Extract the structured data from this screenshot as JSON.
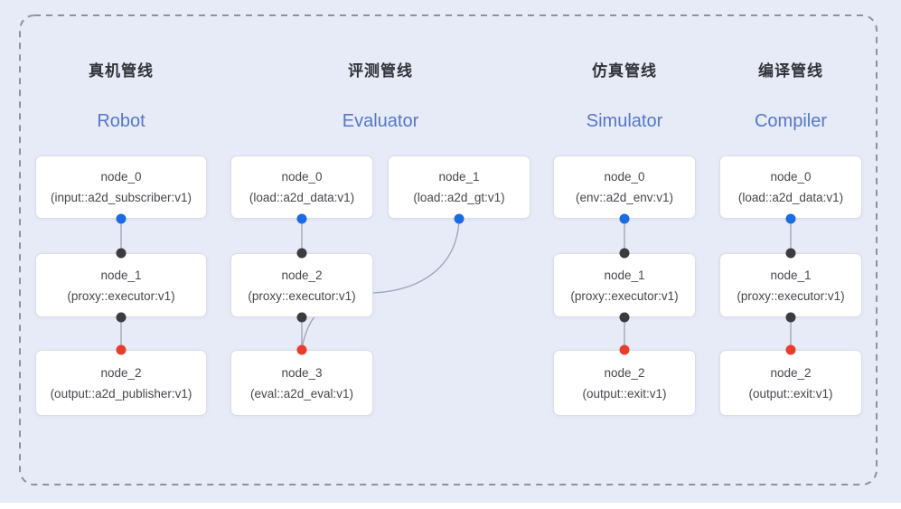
{
  "colors": {
    "background": "#e7eaf7",
    "dash_border": "#8d929d",
    "box_border": "#d9dde7",
    "box_bg": "#ffffff",
    "node_text": "#46474c",
    "title_zh": "#313338",
    "title_en": "#5478c8",
    "port_blue": "#1b6be3",
    "port_dark": "#3c3c3e",
    "port_red": "#e93d2c",
    "edge_line": "#9aa3b8"
  },
  "pipelines": [
    {
      "title_zh": "真机管线",
      "title_en": "Robot",
      "nodes": [
        {
          "name": "node_0",
          "impl": "(input::a2d_subscriber:v1)"
        },
        {
          "name": "node_1",
          "impl": "(proxy::executor:v1)"
        },
        {
          "name": "node_2",
          "impl": "(output::a2d_publisher:v1)"
        }
      ]
    },
    {
      "title_zh": "评测管线",
      "title_en": "Evaluator",
      "nodes": [
        {
          "name": "node_0",
          "impl": "(load::a2d_data:v1)"
        },
        {
          "name": "node_1",
          "impl": "(load::a2d_gt:v1)"
        },
        {
          "name": "node_2",
          "impl": "(proxy::executor:v1)"
        },
        {
          "name": "node_3",
          "impl": "(eval::a2d_eval:v1)"
        }
      ]
    },
    {
      "title_zh": "仿真管线",
      "title_en": "Simulator",
      "nodes": [
        {
          "name": "node_0",
          "impl": "(env::a2d_env:v1)"
        },
        {
          "name": "node_1",
          "impl": "(proxy::executor:v1)"
        },
        {
          "name": "node_2",
          "impl": "(output::exit:v1)"
        }
      ]
    },
    {
      "title_zh": "编译管线",
      "title_en": "Compiler",
      "nodes": [
        {
          "name": "node_0",
          "impl": "(load::a2d_data:v1)"
        },
        {
          "name": "node_1",
          "impl": "(proxy::executor:v1)"
        },
        {
          "name": "node_2",
          "impl": "(output::exit:v1)"
        }
      ]
    }
  ]
}
